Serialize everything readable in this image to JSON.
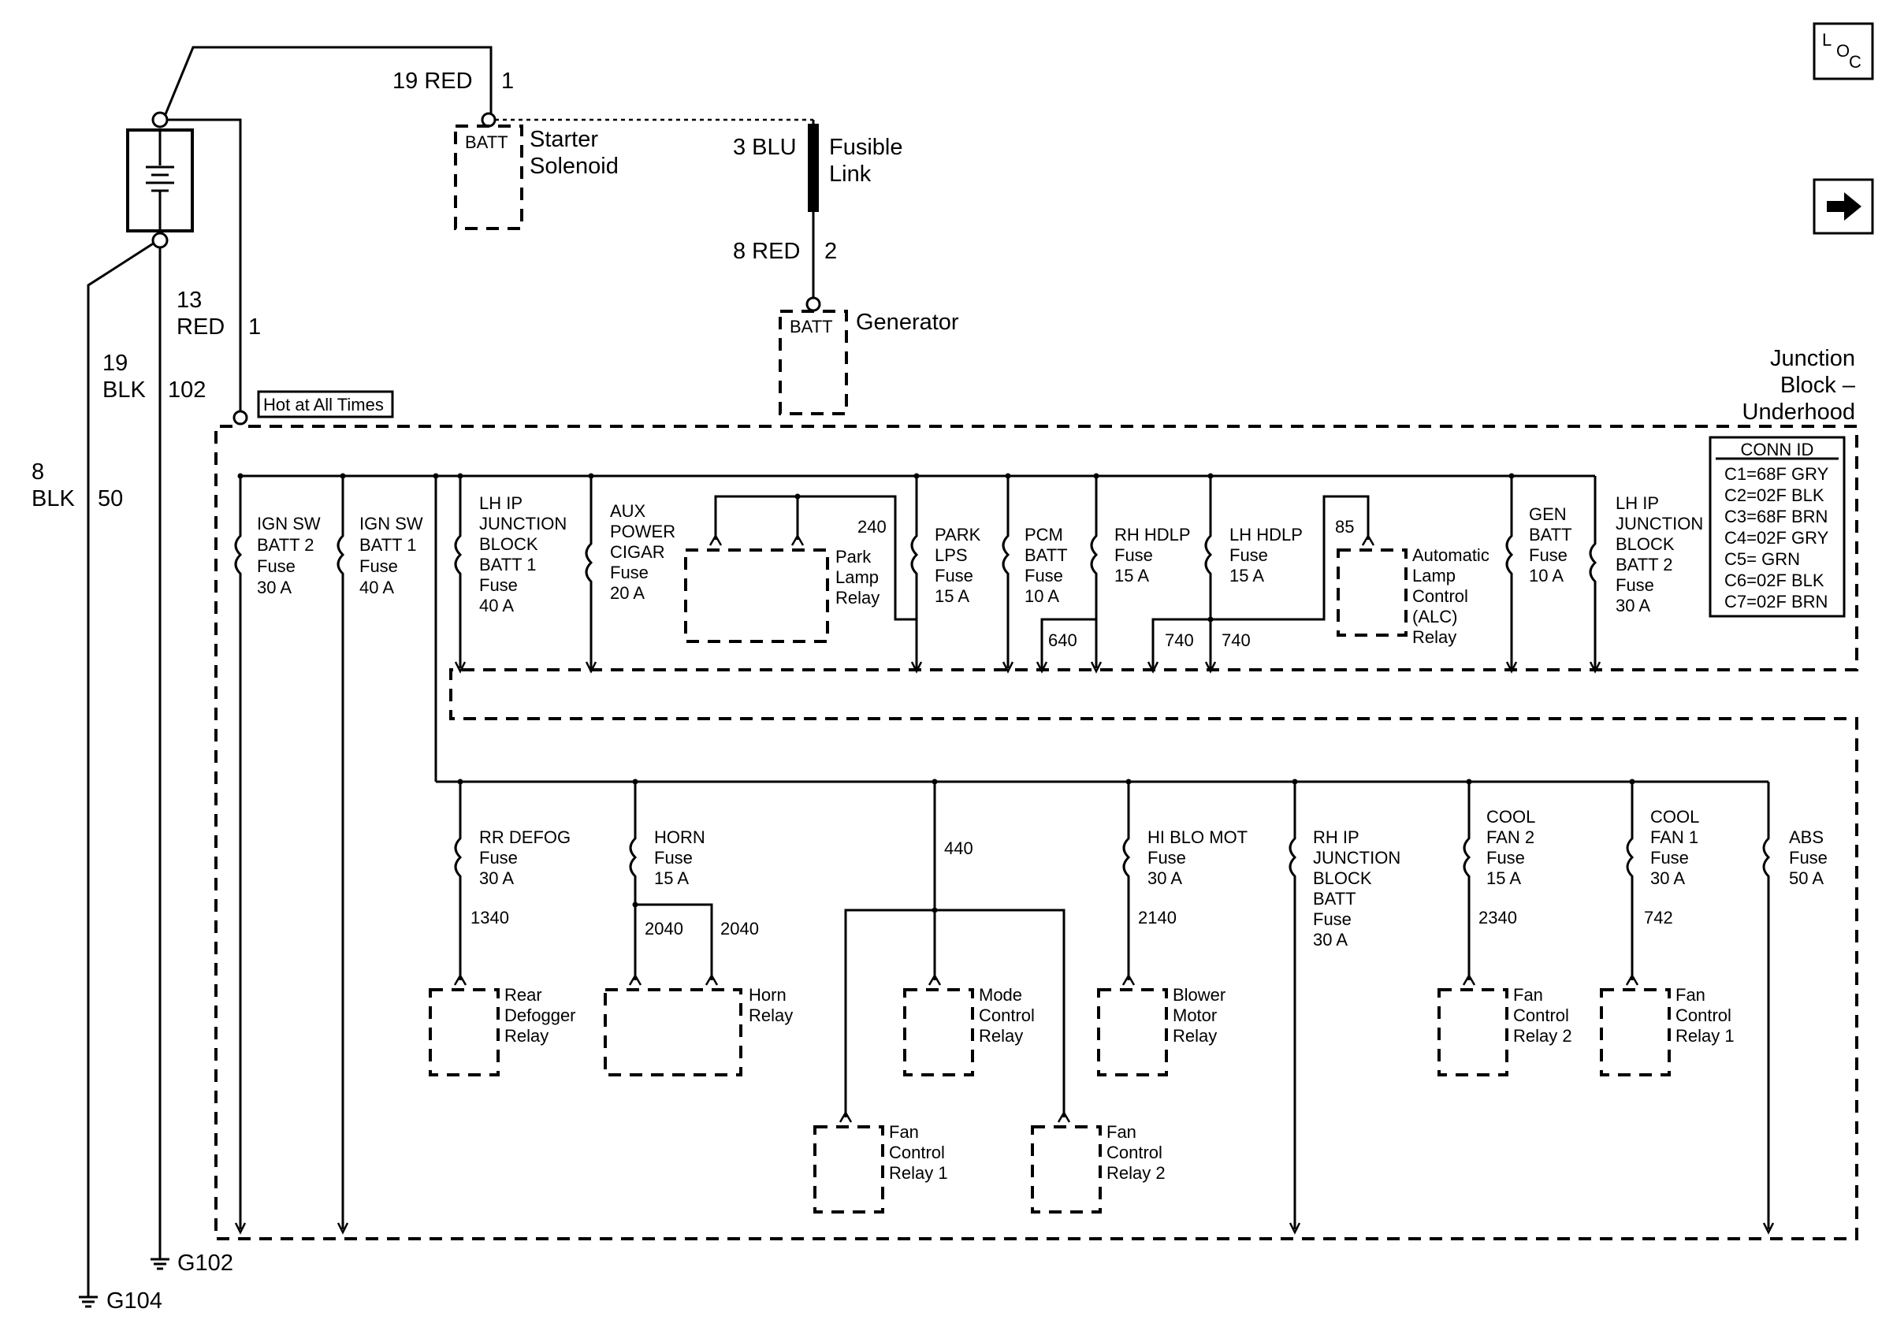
{
  "nav": {
    "loc_l": "L",
    "loc_o": "O",
    "loc_c": "C",
    "next_icon": "arrow-right-icon"
  },
  "battery": {
    "top_wire_gauge": "19 RED",
    "top_wire_pin": "1",
    "pos_wire_gauge_a": "13",
    "pos_wire_gauge_b": "RED",
    "pos_wire_pin": "1",
    "neg_wire_gauge_a": "19",
    "neg_wire_gauge_b": "BLK",
    "neg_wire_circuit": "102",
    "neg2_wire_gauge_a": "8",
    "neg2_wire_gauge_b": "BLK",
    "neg2_wire_circuit": "50",
    "ground_g102": "G102",
    "ground_g104": "G104"
  },
  "starter": {
    "batt": "BATT",
    "name_a": "Starter",
    "name_b": "Solenoid"
  },
  "fusible": {
    "wire_a": "3 BLU",
    "name_a": "Fusible",
    "name_b": "Link",
    "wire_b": "8 RED",
    "wire_b_pin": "2"
  },
  "generator": {
    "batt": "BATT",
    "name": "Generator"
  },
  "hot_label": "Hot at All Times",
  "junction_block": {
    "title_a": "Junction",
    "title_b": "Block –",
    "title_c": "Underhood"
  },
  "conn_id": {
    "header": "CONN ID",
    "rows": [
      "C1=68F GRY",
      "C2=02F BLK",
      "C3=68F BRN",
      "C4=02F GRY",
      "C5=  GRN",
      "C6=02F BLK",
      "C7=02F BRN"
    ]
  },
  "upper_fuses": [
    {
      "lines": [
        "IGN SW",
        "BATT 2",
        "Fuse",
        "30 A"
      ]
    },
    {
      "lines": [
        "IGN SW",
        "BATT 1",
        "Fuse",
        "40 A"
      ]
    },
    {
      "lines": [
        "LH IP",
        "JUNCTION",
        "BLOCK",
        "BATT 1",
        "Fuse",
        "40 A"
      ]
    },
    {
      "lines": [
        "AUX",
        "POWER",
        "CIGAR",
        "Fuse",
        "20 A"
      ]
    },
    {
      "lines": [
        "PARK",
        "LPS",
        "Fuse",
        "15 A"
      ]
    },
    {
      "lines": [
        "PCM",
        "BATT",
        "Fuse",
        "10 A"
      ]
    },
    {
      "lines": [
        "RH HDLP",
        "Fuse",
        "15 A"
      ]
    },
    {
      "lines": [
        "LH HDLP",
        "Fuse",
        "15 A"
      ]
    },
    {
      "lines": [
        "GEN",
        "BATT",
        "Fuse",
        "10 A"
      ]
    },
    {
      "lines": [
        "LH IP",
        "JUNCTION",
        "BLOCK",
        "BATT 2",
        "Fuse",
        "30 A"
      ]
    }
  ],
  "upper_relays": {
    "park_lamp": {
      "lines": [
        "Park",
        "Lamp",
        "Relay"
      ],
      "circuit": "240"
    },
    "alc": {
      "lines": [
        "Automatic",
        "Lamp",
        "Control",
        "(ALC)",
        "Relay"
      ],
      "circuit": "85"
    }
  },
  "upper_circuits": {
    "c640": "640",
    "c740a": "740",
    "c740b": "740"
  },
  "lower_fuses": [
    {
      "lines": [
        "RR DEFOG",
        "Fuse",
        "30 A"
      ],
      "circuit": "1340"
    },
    {
      "lines": [
        "HORN",
        "Fuse",
        "15 A"
      ],
      "circuit": "2040"
    },
    {
      "lines": [
        "HI BLO MOT",
        "Fuse",
        "30 A"
      ],
      "circuit": "2140"
    },
    {
      "lines": [
        "RH IP",
        "JUNCTION",
        "BLOCK",
        "BATT",
        "Fuse",
        "30 A"
      ]
    },
    {
      "lines": [
        "COOL",
        "FAN 2",
        "Fuse",
        "15 A"
      ],
      "circuit": "2340"
    },
    {
      "lines": [
        "COOL",
        "FAN 1",
        "Fuse",
        "30 A"
      ],
      "circuit": "742"
    },
    {
      "lines": [
        "ABS",
        "Fuse",
        "50 A"
      ]
    }
  ],
  "lower_circuits": {
    "c440": "440",
    "c2040b": "2040"
  },
  "lower_relays": [
    {
      "lines": [
        "Rear",
        "Defogger",
        "Relay"
      ]
    },
    {
      "lines": [
        "Horn",
        "Relay"
      ]
    },
    {
      "lines": [
        "Mode",
        "Control",
        "Relay"
      ]
    },
    {
      "lines": [
        "Blower",
        "Motor",
        "Relay"
      ]
    },
    {
      "lines": [
        "Fan",
        "Control",
        "Relay 2"
      ]
    },
    {
      "lines": [
        "Fan",
        "Control",
        "Relay 1"
      ]
    },
    {
      "lines": [
        "Fan",
        "Control",
        "Relay 1"
      ]
    },
    {
      "lines": [
        "Fan",
        "Control",
        "Relay 2"
      ]
    }
  ]
}
